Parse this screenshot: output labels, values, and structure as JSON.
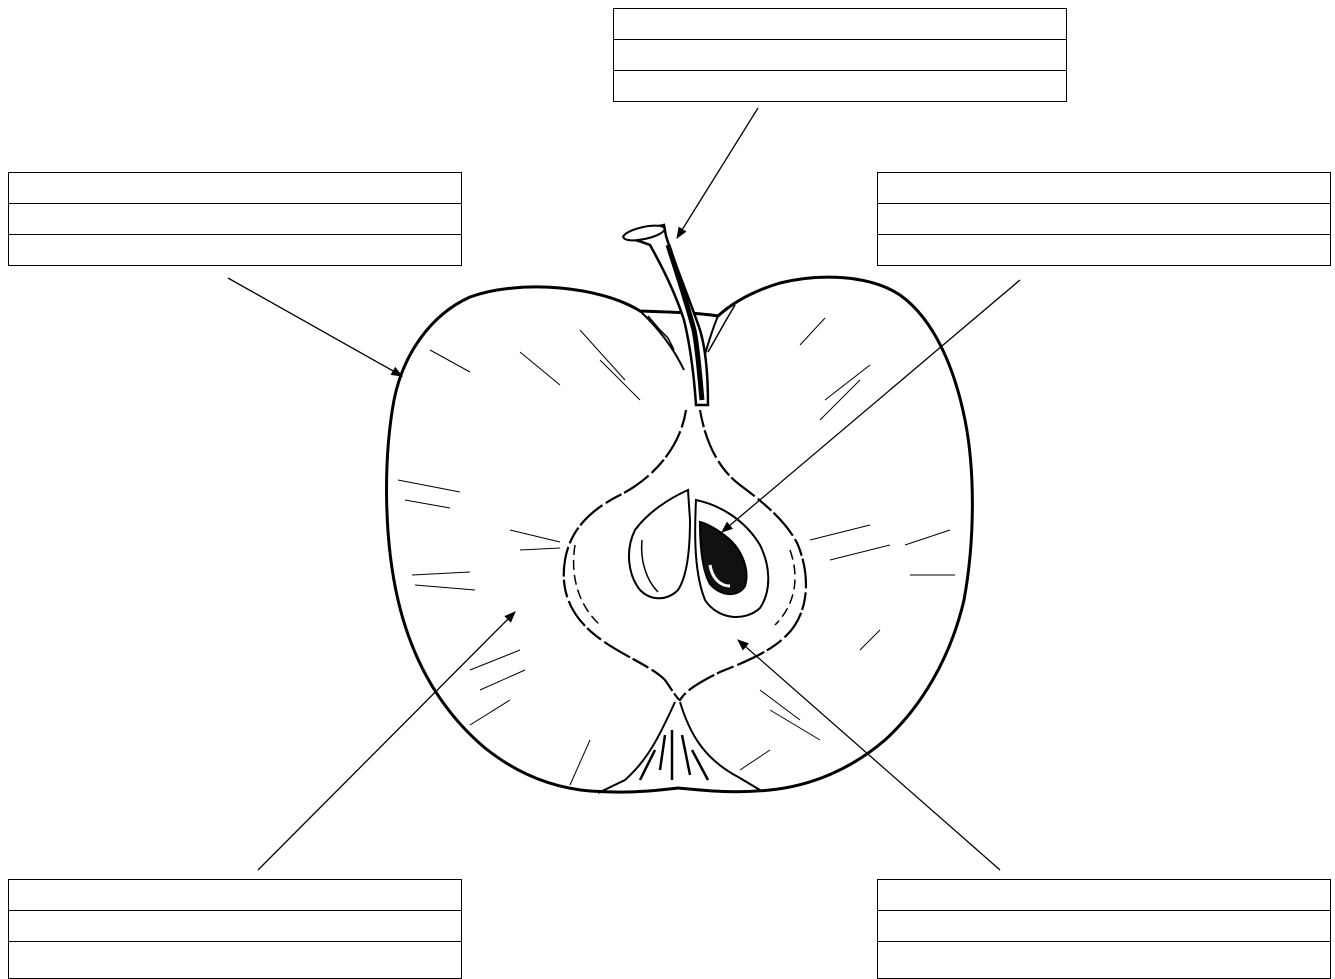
{
  "labels": [
    {
      "id": "stem",
      "rows": [
        "",
        "",
        ""
      ]
    },
    {
      "id": "skin",
      "rows": [
        "",
        "",
        ""
      ]
    },
    {
      "id": "seed",
      "rows": [
        "",
        "",
        ""
      ]
    },
    {
      "id": "flesh",
      "rows": [
        "",
        "",
        ""
      ]
    },
    {
      "id": "core",
      "rows": [
        "",
        "",
        ""
      ]
    }
  ],
  "colors": {
    "ink": "#000000",
    "paper": "#ffffff"
  }
}
